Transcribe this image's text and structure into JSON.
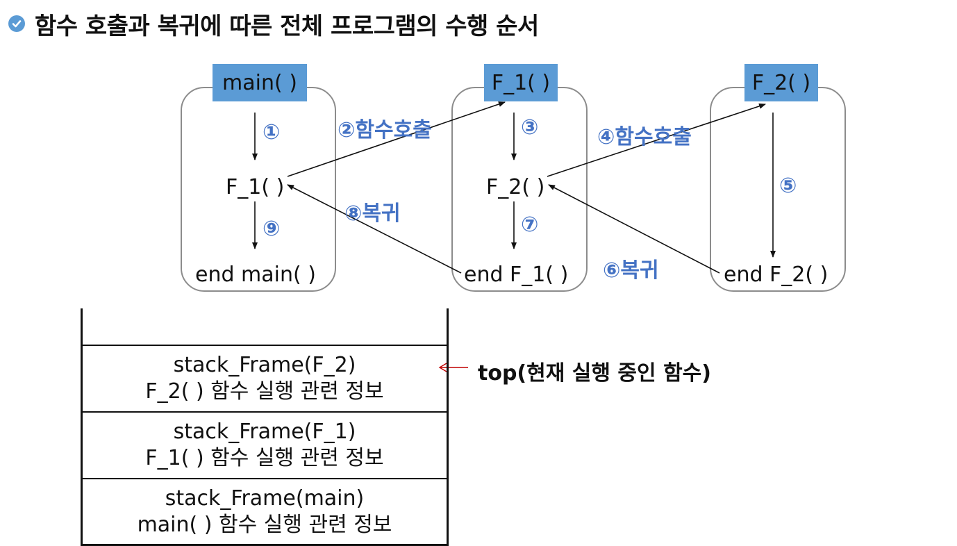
{
  "title": "함수 호출과 복귀에 따른 전체 프로그램의 수행 순서",
  "functions": [
    {
      "head": "main( )",
      "call_line": "F_1( )",
      "end_line": "end main( )"
    },
    {
      "head": "F_1( )",
      "call_line": "F_2( )",
      "end_line": "end F_1( )"
    },
    {
      "head": "F_2( )",
      "call_line": "",
      "end_line": "end F_2( )"
    }
  ],
  "steps": {
    "s1": "①",
    "s2": "②함수호출",
    "s3": "③",
    "s4": "④함수호출",
    "s5": "⑤",
    "s6": "⑥복귀",
    "s7": "⑦",
    "s8": "⑧복귀",
    "s9": "⑨"
  },
  "stack": {
    "frames": [
      {
        "name": "stack_Frame(F_2)",
        "desc": "F_2( ) 함수 실행 관련 정보"
      },
      {
        "name": "stack_Frame(F_1)",
        "desc": "F_1( ) 함수 실행 관련 정보"
      },
      {
        "name": "stack_Frame(main)",
        "desc": "main( ) 함수 실행 관련 정보"
      }
    ],
    "top_label": "top(현재 실행 중인 함수)"
  },
  "colors": {
    "accent": "#5b9bd5",
    "step_text": "#4472c4",
    "box_border": "#8c8c8c",
    "top_arrow": "#c00000"
  }
}
